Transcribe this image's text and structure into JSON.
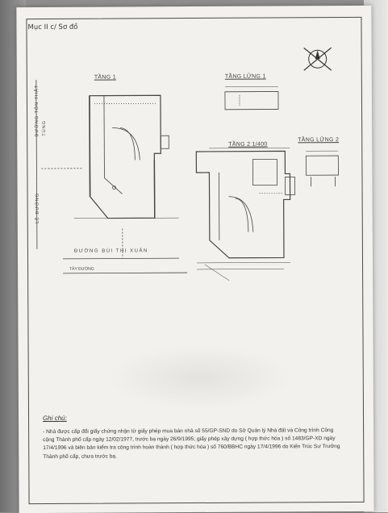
{
  "heading": "Mục II c/ Sơ đồ",
  "plans": {
    "tang1": "TẦNG 1",
    "tang_lung1": "TẦNG LỬNG 1",
    "tang2": "TẦNG 2",
    "tang2_scale": "1/400",
    "tang_lung2": "TẦNG LỬNG 2"
  },
  "streets": {
    "bottom_main": "ĐƯỜNG BÙI THỊ XUÂN",
    "bottom_sub": "TÂY ĐƯỜNG",
    "left_vertical": "ĐƯỜNG TÔN THẤT",
    "left_vertical2": "TÙNG",
    "left_lower": "LỀ ĐƯỜNG"
  },
  "notes": {
    "title": "Ghi chú:",
    "body": "- Nhà được cấp đổi giấy chứng nhận từ giấy phép mua bán nhà số 55/GP-SND do Sở Quản lý Nhà đất và Công trình Công cộng Thành phố cấp ngày 12/02/1977, trước bạ ngày 26/9/1995; giấy phép xây dựng ( hợp thức hóa ) số 1483/GP-XD ngày 17/4/1996 và biên bản kiểm tra công trình hoàn thành ( hợp thức hóa ) số 760/BBHC ngày 17/4/1996 do Kiến Trúc Sư Trưởng Thành phố cấp, chưa trước bạ."
  }
}
